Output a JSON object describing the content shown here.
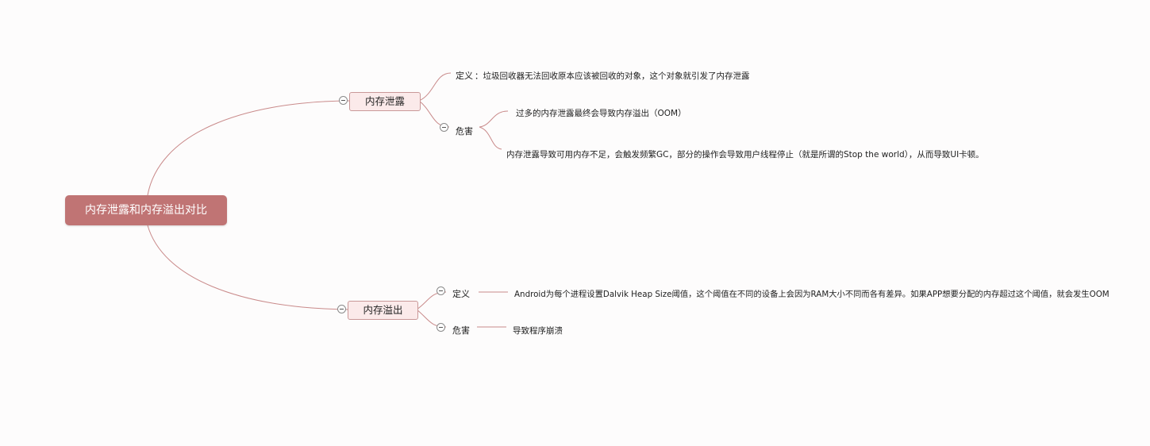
{
  "root": {
    "label": "内存泄露和内存溢出对比"
  },
  "branches": [
    {
      "label": "内存泄露",
      "children": [
        {
          "label": "定义",
          "leaves": [
            "：垃圾回收器无法回收原本应该被回收的对象，这个对象就引发了内存泄露"
          ]
        },
        {
          "label": "危害",
          "leaves": [
            "过多的内存泄露最终会导致内存溢出（OOM）",
            "内存泄露导致可用内存不足，会触发频繁GC，部分的操作会导致用户线程停止（就是所谓的Stop the world），从而导致UI卡顿。"
          ]
        }
      ]
    },
    {
      "label": "内存溢出",
      "children": [
        {
          "label": "定义",
          "leaves": [
            "Android为每个进程设置Dalvik Heap Size阈值，这个阈值在不同的设备上会因为RAM大小不同而各有差异。如果APP想要分配的内存超过这个阈值，就会发生OOM"
          ]
        },
        {
          "label": "危害",
          "leaves": [
            "导致程序崩溃"
          ]
        }
      ]
    }
  ],
  "colors": {
    "root_fill": "#c07474",
    "branch_fill": "#fbeaea",
    "branch_border": "#c99898",
    "connector": "#c98a8a"
  }
}
